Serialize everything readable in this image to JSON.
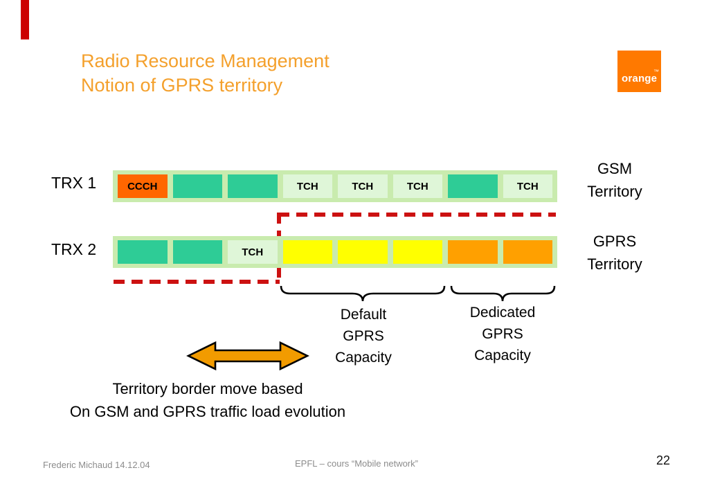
{
  "colors": {
    "title_text": "#F4A02C",
    "logo_bg": "#FF7900",
    "slot_ccch": "#FF6600",
    "slot_gsm_used": "#2ECC96",
    "slot_tch_free": "#DFF6D8",
    "slot_gprs_default": "#FFFF00",
    "slot_gprs_dedicated": "#FFA000",
    "bar_background": "#C9EBAE",
    "territory_border_dash": "#CC1111",
    "arrow_fill": "#F29B00",
    "corner_mark": "#CC0000"
  },
  "header": {
    "title_line1": "Radio Resource Management",
    "title_line2": "Notion of GPRS territory",
    "logo": {
      "text": "orange",
      "tm": "™"
    }
  },
  "diagram": {
    "rows": [
      {
        "label": "TRX 1",
        "territory": [
          "GSM",
          "Territory"
        ],
        "slots": [
          {
            "type": "ccch",
            "label": "CCCH"
          },
          {
            "type": "gsm",
            "label": ""
          },
          {
            "type": "gsm",
            "label": ""
          },
          {
            "type": "tch",
            "label": "TCH"
          },
          {
            "type": "tch",
            "label": "TCH"
          },
          {
            "type": "tch",
            "label": "TCH"
          },
          {
            "type": "gsm",
            "label": ""
          },
          {
            "type": "tch",
            "label": "TCH"
          }
        ]
      },
      {
        "label": "TRX 2",
        "territory": [
          "GPRS",
          "Territory"
        ],
        "slots": [
          {
            "type": "gsm",
            "label": ""
          },
          {
            "type": "gsm",
            "label": ""
          },
          {
            "type": "tch",
            "label": "TCH"
          },
          {
            "type": "default",
            "label": ""
          },
          {
            "type": "default",
            "label": ""
          },
          {
            "type": "default",
            "label": ""
          },
          {
            "type": "dedicated",
            "label": ""
          },
          {
            "type": "dedicated",
            "label": ""
          }
        ]
      }
    ],
    "capacity_labels": {
      "default": [
        "Default",
        "GPRS",
        "Capacity"
      ],
      "dedicated": [
        "Dedicated",
        "GPRS",
        "Capacity"
      ]
    },
    "caption_line1": "Territory border move based",
    "caption_line2": "On GSM and GPRS traffic load evolution"
  },
  "footer": {
    "author_date": "Frederic Michaud 14.12.04",
    "course": "EPFL – cours “Mobile network”",
    "page_number": "22"
  }
}
